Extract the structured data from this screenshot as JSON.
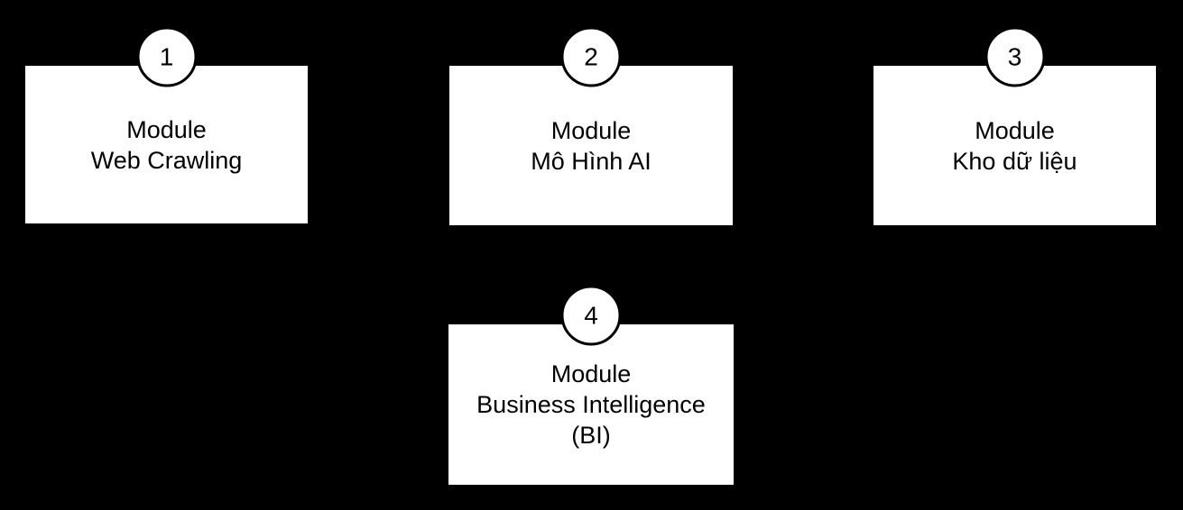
{
  "diagram": {
    "background_color": "#000000",
    "node_fill_color": "#ffffff",
    "node_border_color": "#000000",
    "text_color": "#000000",
    "modules": [
      {
        "number": "1",
        "lines": [
          "Module",
          "Web Crawling"
        ]
      },
      {
        "number": "2",
        "lines": [
          "Module",
          "Mô Hình AI"
        ]
      },
      {
        "number": "3",
        "lines": [
          "Module",
          "Kho dữ liệu"
        ]
      },
      {
        "number": "4",
        "lines": [
          "Module",
          "Business Intelligence",
          "(BI)"
        ]
      }
    ]
  }
}
